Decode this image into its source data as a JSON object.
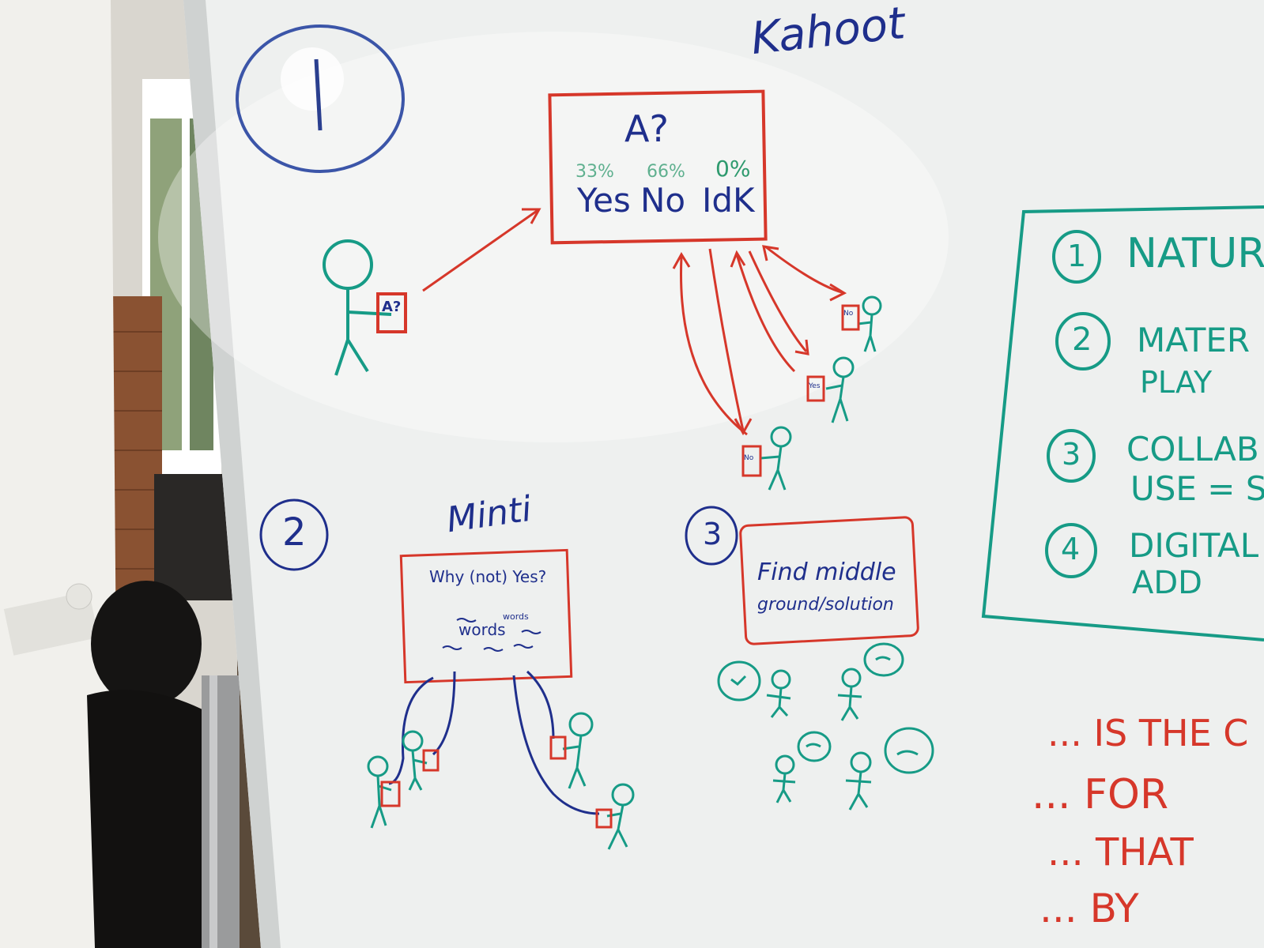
{
  "board": {
    "section1": {
      "number": "1",
      "title": "Kahoot",
      "screen_question": "A?",
      "percentages": [
        "33%",
        "66%",
        "0%"
      ],
      "answers": [
        "Yes",
        "No",
        "IdK"
      ],
      "phone_label": "A?",
      "reply_labels": [
        "No",
        "Yes",
        "No"
      ]
    },
    "section2": {
      "number": "2",
      "title": "Minti",
      "screen_question": "Why (not) Yes?",
      "words_main": "words",
      "words_small": "words"
    },
    "section3": {
      "number": "3",
      "screen_text_line1": "Find middle",
      "screen_text_line2": "ground/solution"
    },
    "list": {
      "items": [
        {
          "num": "1",
          "line1": "NATUR"
        },
        {
          "num": "2",
          "line1": "MATER",
          "line2": "PLAY"
        },
        {
          "num": "3",
          "line1": "COLLAB",
          "line2": "USE = S"
        },
        {
          "num": "4",
          "line1": "DIGITAL",
          "line2": "ADD"
        }
      ]
    },
    "red_notes": [
      "... IS THE C",
      "... FOR",
      "... THAT",
      "... BY"
    ]
  },
  "colors": {
    "blue_marker": "#1f2f8c",
    "red_marker": "#d6372a",
    "teal_marker": "#169b86",
    "board": "#eef0ef"
  }
}
